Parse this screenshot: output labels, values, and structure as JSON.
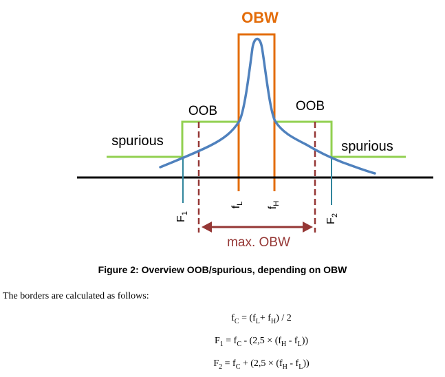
{
  "diagram": {
    "obw_label": "OBW",
    "oob_left_label": "OOB",
    "oob_right_label": "OOB",
    "spurious_left_label": "spurious",
    "spurious_right_label": "spurious",
    "f1_label": "F",
    "f1_sub": "1",
    "fl_label": "f",
    "fl_sub": "L",
    "fh_label": "f",
    "fh_sub": "H",
    "f2_label": "F",
    "f2_sub": "2",
    "max_obw_label": "max. OBW",
    "colors": {
      "obw": "#E36C09",
      "oob_spurious": "#92D050",
      "signal": "#4F81BD",
      "max_obw": "#953735",
      "f_markers": "#31859C",
      "baseline": "#000000"
    }
  },
  "caption": "Figure 2: Overview OOB/spurious, depending on OBW",
  "intro": "The borders are calculated as follows:",
  "formulas": {
    "fc": {
      "lhs": "f",
      "lhs_sub": "C",
      "eq": " = (f",
      "a_sub": "L",
      "plus": "+ f",
      "b_sub": "H",
      "end": ") / 2"
    },
    "F1": {
      "lhs": "F",
      "lhs_sub": "1",
      "eq": " = f",
      "c_sub": "C",
      "mid": " - (2,5 × (f",
      "h_sub": "H",
      "minus": " - f",
      "l_sub": "L",
      "end": "))"
    },
    "F2": {
      "lhs": "F",
      "lhs_sub": "2",
      "eq": " = f",
      "c_sub": "C",
      "mid": " + (2,5 × (f",
      "h_sub": "H",
      "minus": " - f",
      "l_sub": "L",
      "end": "))"
    }
  }
}
